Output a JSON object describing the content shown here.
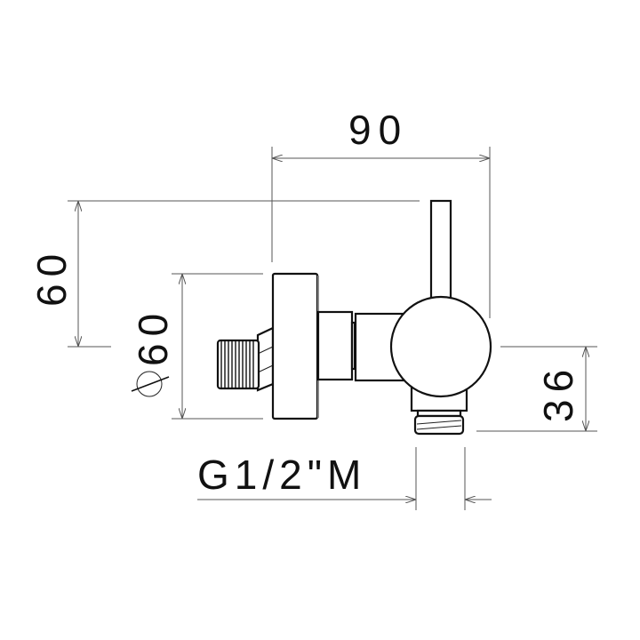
{
  "drawing": {
    "type": "technical-dimension-drawing",
    "subject": "wall-mounted angle valve with lever handle",
    "dimensions": {
      "overall_width": "90",
      "overall_height": "60",
      "flange_diameter": "⌀60",
      "outlet_height": "36",
      "thread_spec": "G1/2\"M"
    },
    "colors": {
      "background": "#ffffff",
      "object_line": "#111111",
      "dimension_line": "#555555"
    }
  }
}
